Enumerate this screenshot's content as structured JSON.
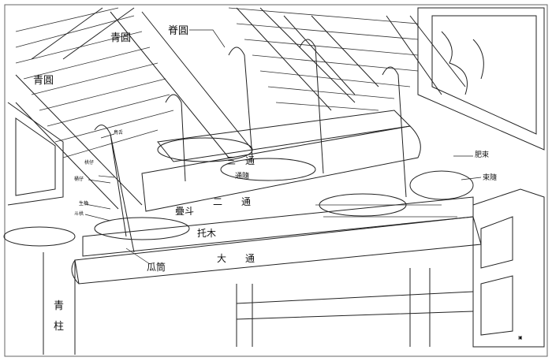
{
  "labels": {
    "qing_yuan_1": "青圓",
    "ji_yuan": "脊圓",
    "qing_yuan_2": "青圓",
    "niao_she": "鳥舌",
    "gong_zai_1": "栱仔",
    "gong_zai_2": "桶仔",
    "sheng_jue": "生桷",
    "dou_gong": "斗栱",
    "san_tong": "三　通",
    "tong_sui": "通隨",
    "er_tong": "二　　通",
    "die_dou": "疊斗",
    "tuo_mu": "托木",
    "da_tong": "大　　通",
    "gua_tong": "瓜筒",
    "qing_zhu_1": "青",
    "qing_zhu_2": "柱",
    "fei_shu": "肥束",
    "shu_sui": "束隨"
  },
  "signature": "王"
}
